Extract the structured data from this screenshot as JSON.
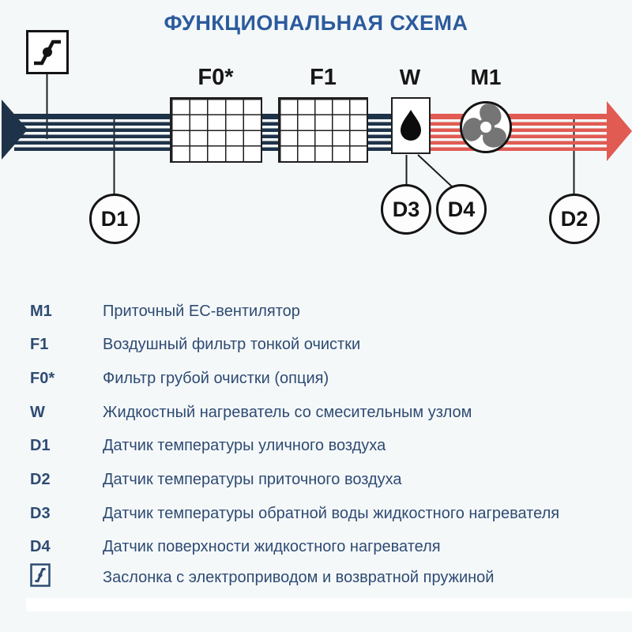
{
  "title": "ФУНКЦИОНАЛЬНАЯ СХЕМА",
  "colors": {
    "accent_blue": "#2b5b9c",
    "legend_navy": "#2e4b73",
    "flow_navy": "#1e3349",
    "flow_red": "#e15b53",
    "fan_gray": "#757575",
    "line_black": "#1f1f1f",
    "background": "#f5f8f9"
  },
  "diagram": {
    "component_labels": {
      "f0": "F0*",
      "f1": "F1",
      "w": "W",
      "m1": "M1"
    },
    "sensors": {
      "d1": "D1",
      "d2": "D2",
      "d3": "D3",
      "d4": "D4"
    },
    "icons": {
      "damper": "damper-with-actuator-icon",
      "droplet": "water-droplet-icon",
      "fan": "fan-impeller-icon",
      "flow_in": "intake-arrow-icon",
      "flow_out": "supply-arrow-icon"
    }
  },
  "legend": {
    "rows": [
      {
        "key": "M1",
        "text": "Приточный ЕС-вентилятор"
      },
      {
        "key": "F1",
        "text": "Воздушный фильтр тонкой очистки"
      },
      {
        "key": "F0*",
        "text": "Фильтр грубой очистки (опция)"
      },
      {
        "key": "W",
        "text": "Жидкостный нагреватель со смесительным узлом"
      },
      {
        "key": "D1",
        "text": "Датчик температуры уличного воздуха"
      },
      {
        "key": "D2",
        "text": "Датчик температуры приточного воздуха"
      },
      {
        "key": "D3",
        "text": "Датчик температуры обратной воды жидкостного нагревателя"
      },
      {
        "key": "D4",
        "text": "Датчик поверхности жидкостного нагревателя"
      },
      {
        "key": "",
        "icon": "damper-spring-icon",
        "text": "Заслонка с электроприводом и возвратной пружиной"
      }
    ]
  }
}
